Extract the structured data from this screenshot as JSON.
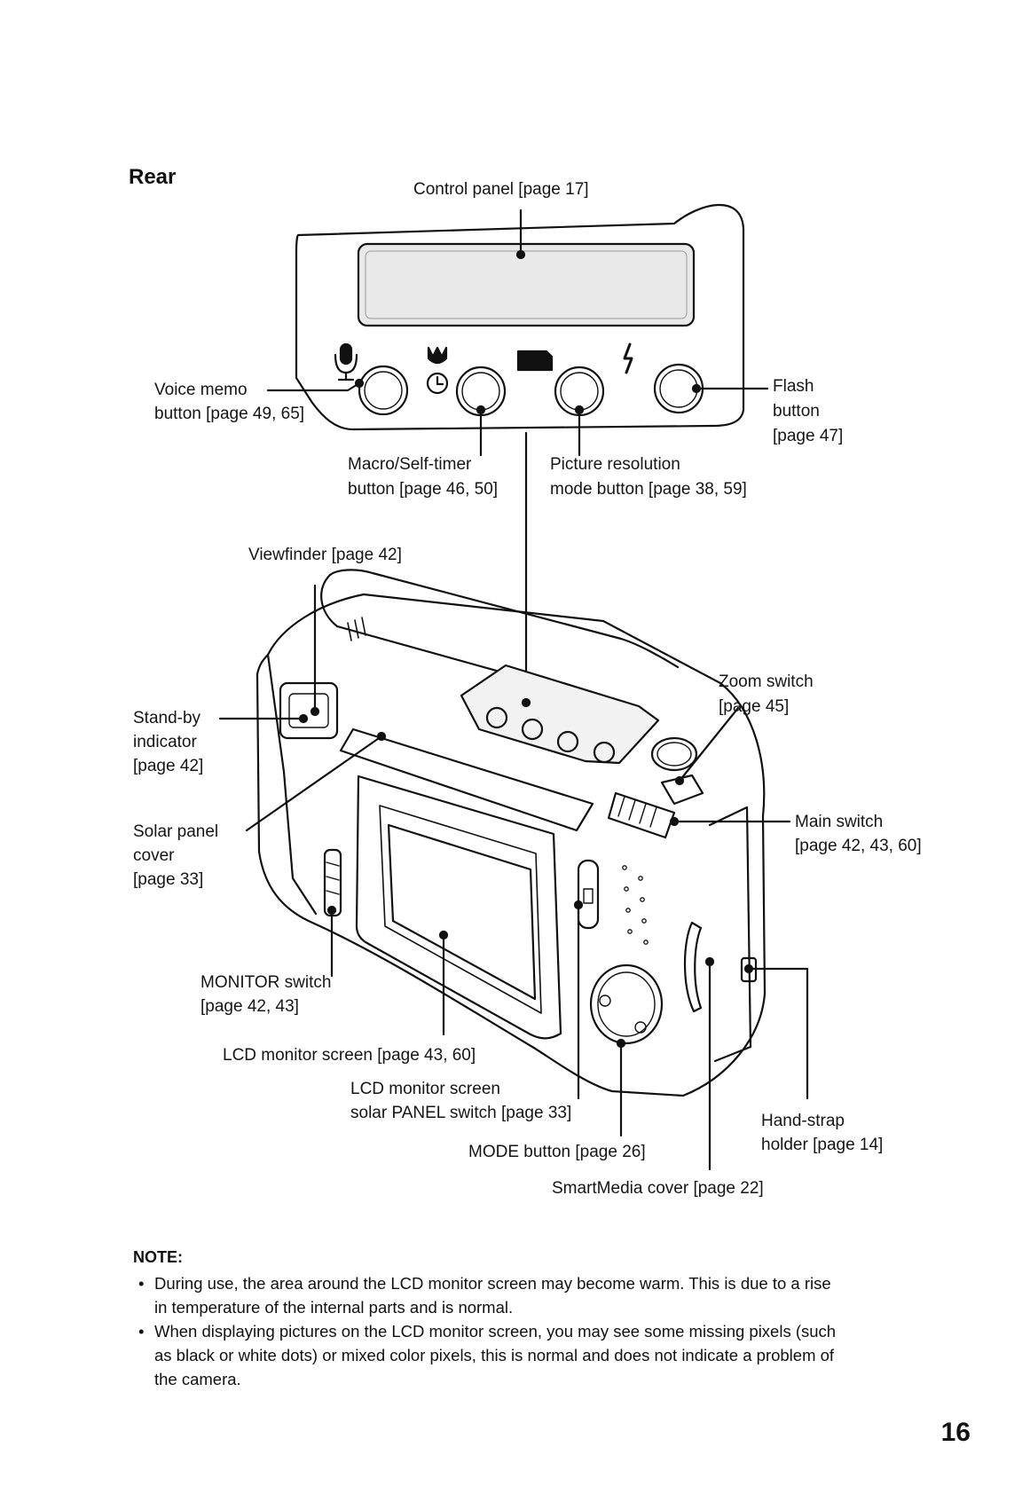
{
  "section": {
    "title": "Rear"
  },
  "labels": {
    "control_panel": "Control panel [page 17]",
    "voice_memo_1": "Voice memo",
    "voice_memo_2": "button [page 49, 65]",
    "flash_1": "Flash",
    "flash_2": "button",
    "flash_3": "[page 47]",
    "macro_1": "Macro/Self-timer",
    "macro_2": "button [page 46, 50]",
    "picres_1": "Picture resolution",
    "picres_2": "mode button [page 38, 59]",
    "viewfinder": "Viewfinder [page 42]",
    "standby_1": "Stand-by",
    "standby_2": "indicator",
    "standby_3": "[page 42]",
    "zoom_1": "Zoom switch",
    "zoom_2": "[page 45]",
    "solar_1": "Solar panel",
    "solar_2": "cover",
    "solar_3": "[page 33]",
    "main_1": "Main switch",
    "main_2": "[page 42, 43, 60]",
    "monitor_1": "MONITOR switch",
    "monitor_2": "[page 42, 43]",
    "lcd_screen": "LCD monitor screen [page 43, 60]",
    "solar_panel_sw_1": "LCD monitor screen",
    "solar_panel_sw_2": "solar PANEL switch [page 33]",
    "handstrap_1": "Hand-strap",
    "handstrap_2": "holder [page 14]",
    "mode_button": "MODE button [page 26]",
    "smartmedia": "SmartMedia cover [page 22]"
  },
  "icons": [
    "microphone-icon",
    "macro-selftimer-icon",
    "picture-resolution-icon",
    "flash-icon"
  ],
  "note": {
    "title": "NOTE:",
    "items": [
      "During use, the area around the LCD monitor screen may become warm. This is due to a rise in temperature of the internal parts and is normal.",
      "When displaying pictures on the LCD monitor screen, you may see some missing pixels (such as black or white dots) or mixed color pixels, this is normal and does not indicate a problem of the camera."
    ]
  },
  "page_number": "16"
}
